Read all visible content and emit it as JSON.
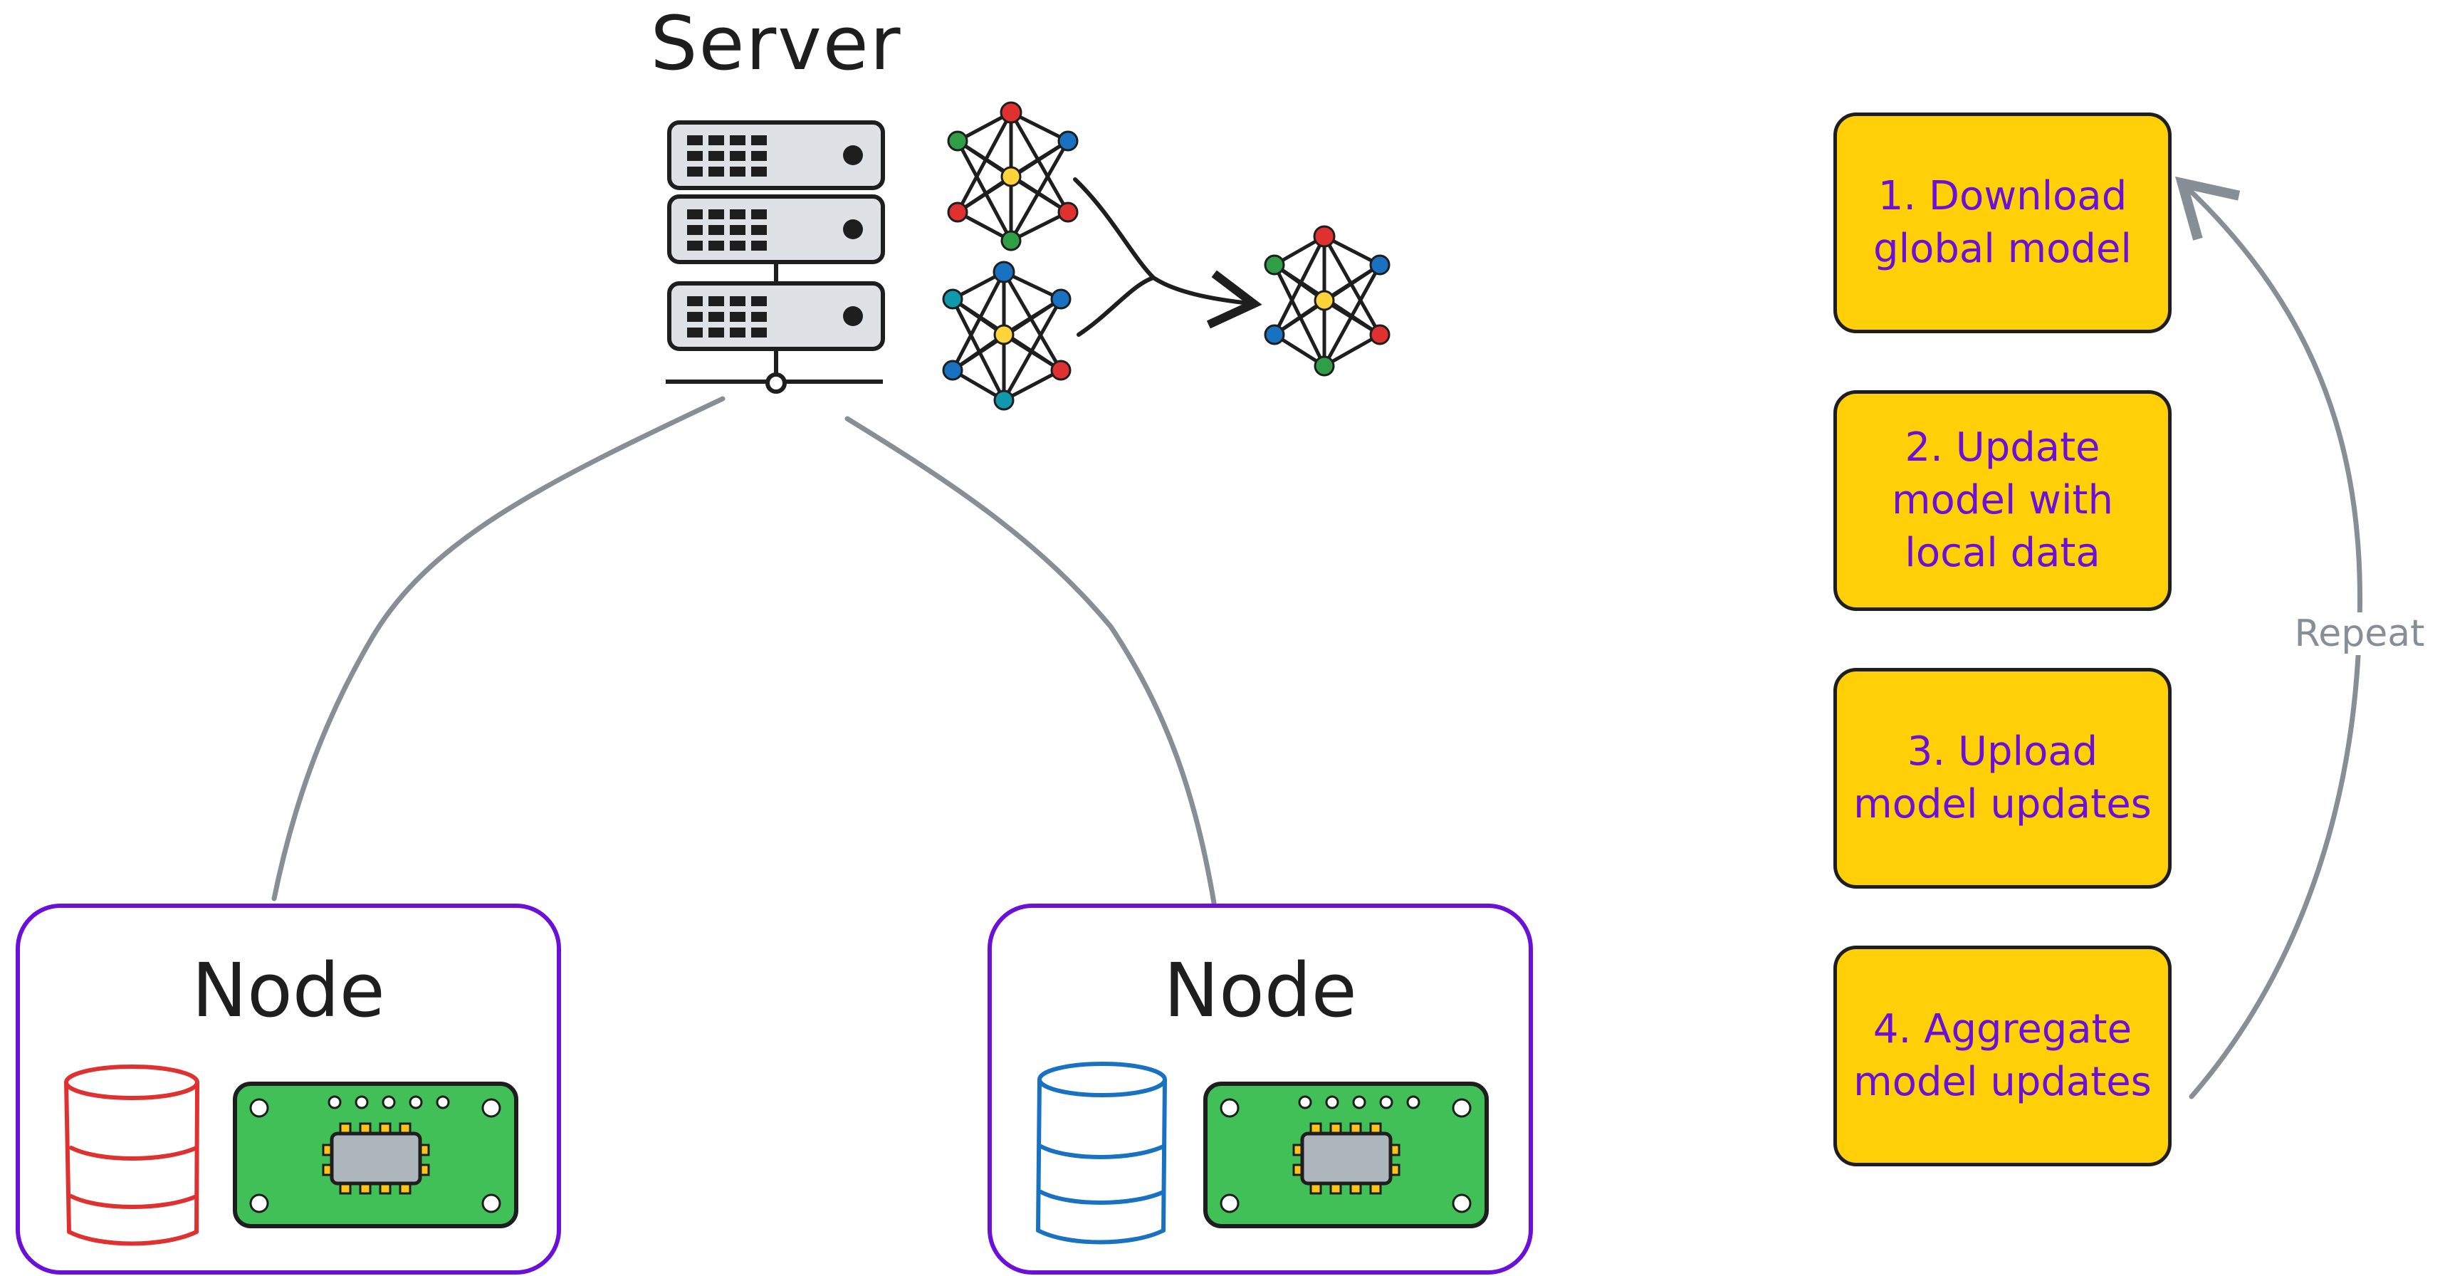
{
  "server": {
    "label": "Server",
    "icon": "server-rack-icon",
    "neural_networks": [
      "neural-network-red-icon",
      "neural-network-blue-icon"
    ],
    "aggregated_network": "neural-network-aggregated-icon"
  },
  "nodes": [
    {
      "label": "Node",
      "database_color": "#e03131",
      "device_icon": "circuit-board-icon"
    },
    {
      "label": "Node",
      "database_color": "#1971c2",
      "device_icon": "circuit-board-icon"
    }
  ],
  "steps": [
    {
      "label": "1. Download\nglobal model"
    },
    {
      "label": "2. Update\nmodel with\nlocal data"
    },
    {
      "label": "3. Upload\nmodel updates"
    },
    {
      "label": "4. Aggregate\nmodel updates"
    }
  ],
  "repeat": {
    "label": "Repeat"
  },
  "colors": {
    "step_fill": "#ffd008",
    "step_text": "#6a10d8",
    "node_border": "#6a10d8",
    "connector": "#868e96",
    "board_green": "#40c057",
    "stroke": "#1e1e1e"
  }
}
